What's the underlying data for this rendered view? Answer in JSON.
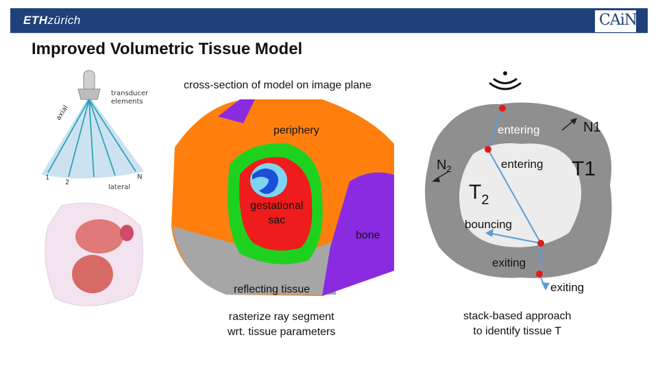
{
  "header": {
    "logo_bold": "ETH",
    "logo_rest": "zürich",
    "right_logo": "CAiN"
  },
  "slide": {
    "title": "Improved Volumetric Tissue Model"
  },
  "probe_diagram": {
    "transducer_label": "transducer\nelements",
    "axial_label": "axial",
    "lateral_label": "lateral",
    "idx_1": "1",
    "idx_2": "2",
    "idx_n": "N"
  },
  "cross_section": {
    "caption": "cross-section of  model on image plane",
    "periphery": "periphery",
    "gestational": "gestational\nsac",
    "bone": "bone",
    "reflecting": "reflecting tissue",
    "bottom_caption": "rasterize ray segment\nwrt. tissue parameters"
  },
  "stack_diagram": {
    "entering_1": "entering",
    "entering_2": "entering",
    "n1": "N",
    "n1_sub": "1",
    "n2": "N",
    "n2_sub": "2",
    "t1": "T",
    "t1_sub": "1",
    "t2": "T",
    "t2_sub": "2",
    "bouncing": "bouncing",
    "exiting_1": "exiting",
    "exiting_2": "exiting",
    "caption": "stack-based approach\nto identify tissue T"
  }
}
